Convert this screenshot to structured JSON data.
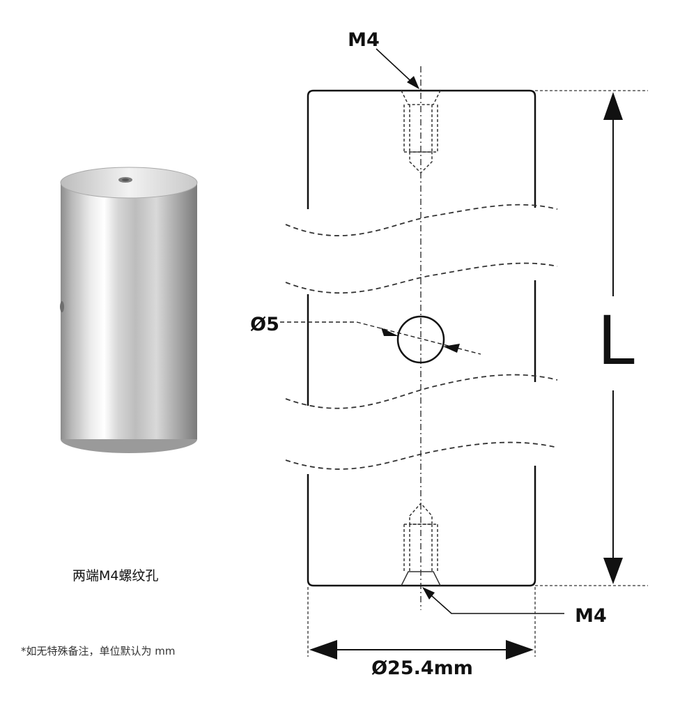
{
  "caption": "两端M4螺纹孔",
  "note": "*如无特殊备注，单位默认为 mm",
  "labels": {
    "top_thread": "M4",
    "bottom_thread": "M4",
    "cross_hole": "Ø5",
    "length": "L",
    "diameter": "Ø25.4mm"
  },
  "colors": {
    "line": "#111111",
    "dim_line": "#222222",
    "metal_light": "#f4f4f4",
    "metal_dark": "#8e8e8e"
  }
}
